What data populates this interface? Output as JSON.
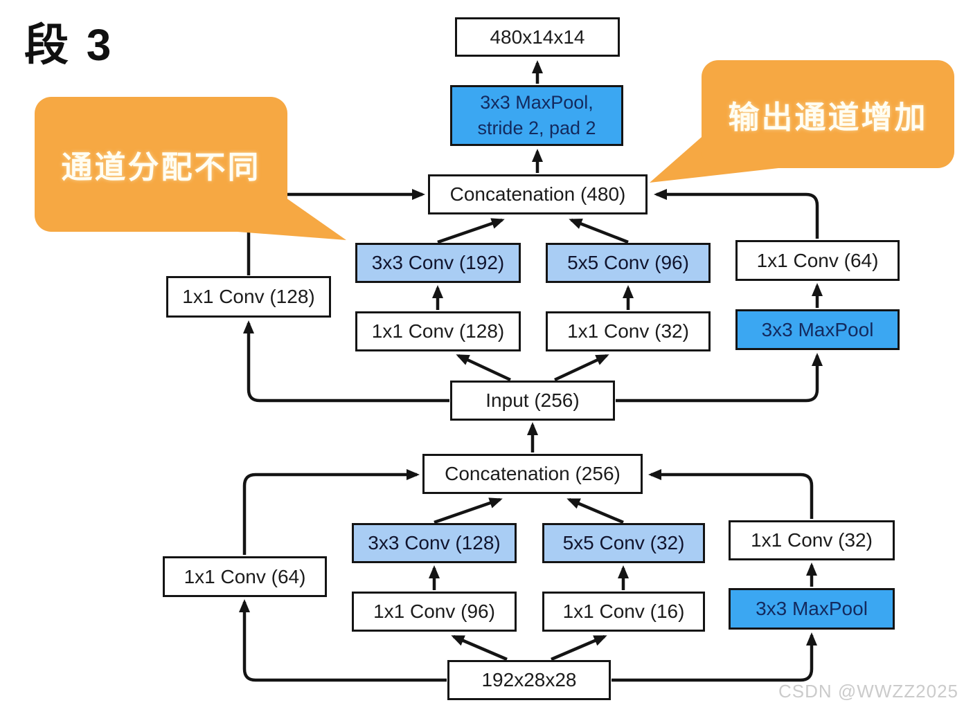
{
  "title": "段 3",
  "watermark": "CSDN @WWZZ2025",
  "bubbles": {
    "left": "通道分配不同",
    "right": "输出通道增加"
  },
  "colors": {
    "maxpool_blue": "#3ba7f2",
    "conv_light_blue": "#a9cdf4",
    "bubble_orange": "#f6a843",
    "navy_text": "#132a5e",
    "line_black": "#141414"
  },
  "nodes": {
    "out_shape": "480x14x14",
    "maxpool_stride": [
      "3x3 MaxPool,",
      "stride 2, pad 2"
    ],
    "concat480": "Concatenation (480)",
    "conv3x3_192": "3x3 Conv (192)",
    "conv5x5_96": "5x5 Conv (96)",
    "conv1x1_64": "1x1 Conv (64)",
    "conv1x1_128_mid": "1x1 Conv (128)",
    "conv1x1_32_mid": "1x1 Conv (32)",
    "maxpool_upper": "3x3 MaxPool",
    "conv1x1_128_left": "1x1 Conv (128)",
    "input256": "Input (256)",
    "concat256": "Concatenation (256)",
    "conv3x3_128": "3x3 Conv (128)",
    "conv5x5_32": "5x5 Conv (32)",
    "conv1x1_32_right": "1x1 Conv (32)",
    "conv1x1_96": "1x1 Conv (96)",
    "conv1x1_16": "1x1 Conv (16)",
    "maxpool_lower": "3x3 MaxPool",
    "conv1x1_64_left": "1x1 Conv (64)",
    "in_shape": "192x28x28"
  }
}
